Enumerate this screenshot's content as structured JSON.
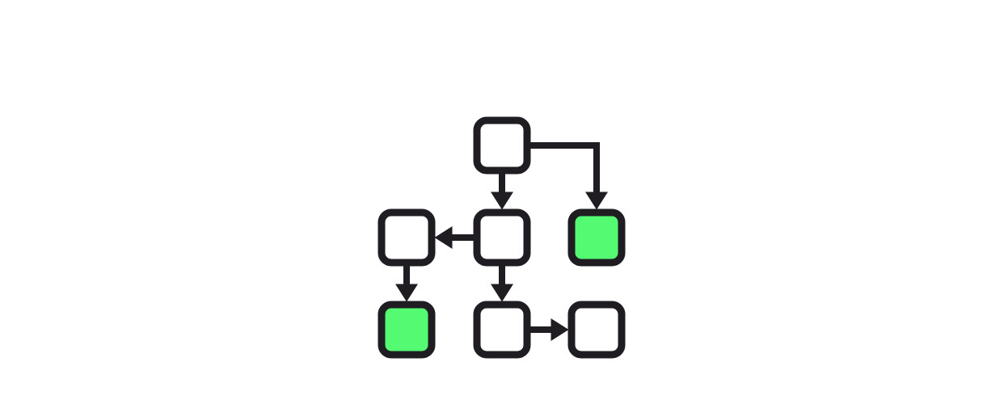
{
  "diagram": {
    "stroke_color": "#1f1d21",
    "empty_fill": "#ffffff",
    "highlight_fill": "#55fa73",
    "nodes": [
      {
        "id": "root",
        "row": 0,
        "col": 1,
        "highlighted": false
      },
      {
        "id": "mid-left",
        "row": 1,
        "col": 0,
        "highlighted": false
      },
      {
        "id": "mid-center",
        "row": 1,
        "col": 1,
        "highlighted": false
      },
      {
        "id": "mid-right",
        "row": 1,
        "col": 2,
        "highlighted": true
      },
      {
        "id": "bottom-left",
        "row": 2,
        "col": 0,
        "highlighted": true
      },
      {
        "id": "bottom-center",
        "row": 2,
        "col": 1,
        "highlighted": false
      },
      {
        "id": "bottom-right",
        "row": 2,
        "col": 2,
        "highlighted": false
      }
    ],
    "edges": [
      {
        "from": "root",
        "to": "mid-center",
        "route": "down"
      },
      {
        "from": "root",
        "to": "mid-right",
        "route": "right-then-down"
      },
      {
        "from": "mid-center",
        "to": "mid-left",
        "route": "left"
      },
      {
        "from": "mid-left",
        "to": "bottom-left",
        "route": "down"
      },
      {
        "from": "mid-center",
        "to": "bottom-center",
        "route": "down"
      },
      {
        "from": "bottom-center",
        "to": "bottom-right",
        "route": "right"
      }
    ]
  }
}
